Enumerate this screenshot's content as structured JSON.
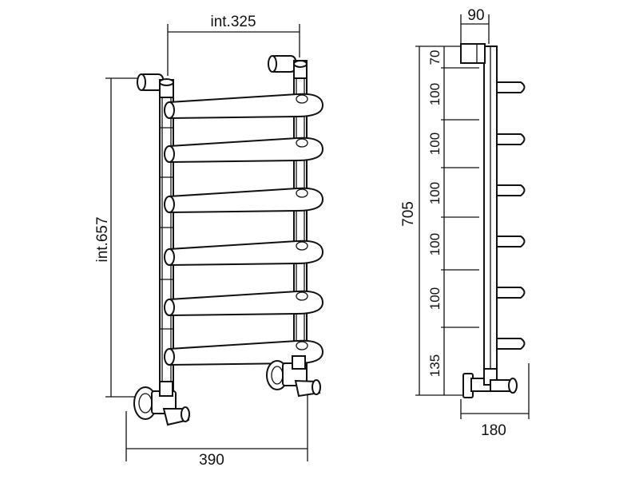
{
  "front_view": {
    "dim_top": "int.325",
    "dim_left": "int.657",
    "dim_bottom": "390"
  },
  "side_view": {
    "dim_top": "90",
    "dim_total": "705",
    "dim_bottom": "180",
    "segments": [
      "70",
      "100",
      "100",
      "100",
      "100",
      "100",
      "135"
    ]
  }
}
